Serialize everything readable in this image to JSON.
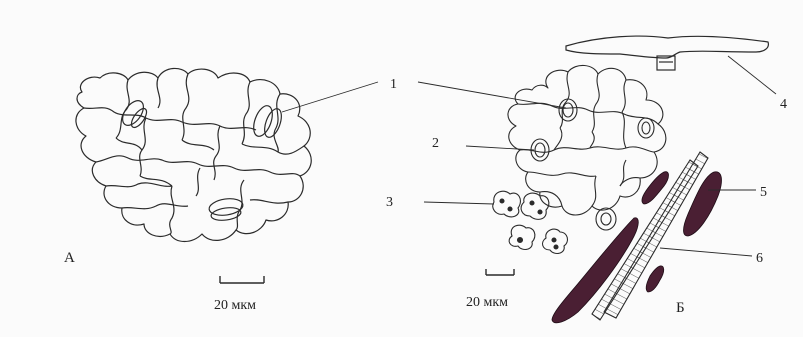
{
  "panel_a": {
    "label": "А",
    "scale_bar": "20 мкм"
  },
  "panel_b": {
    "label": "Б",
    "scale_bar": "20 мкм"
  },
  "callouts": [
    {
      "number": "1"
    },
    {
      "number": "2"
    },
    {
      "number": "3"
    },
    {
      "number": "4"
    },
    {
      "number": "5"
    },
    {
      "number": "6"
    }
  ],
  "colors": {
    "ink": "#2b2b2b",
    "dark_fill": "#4a1f33",
    "background": "#fbfbfb"
  }
}
